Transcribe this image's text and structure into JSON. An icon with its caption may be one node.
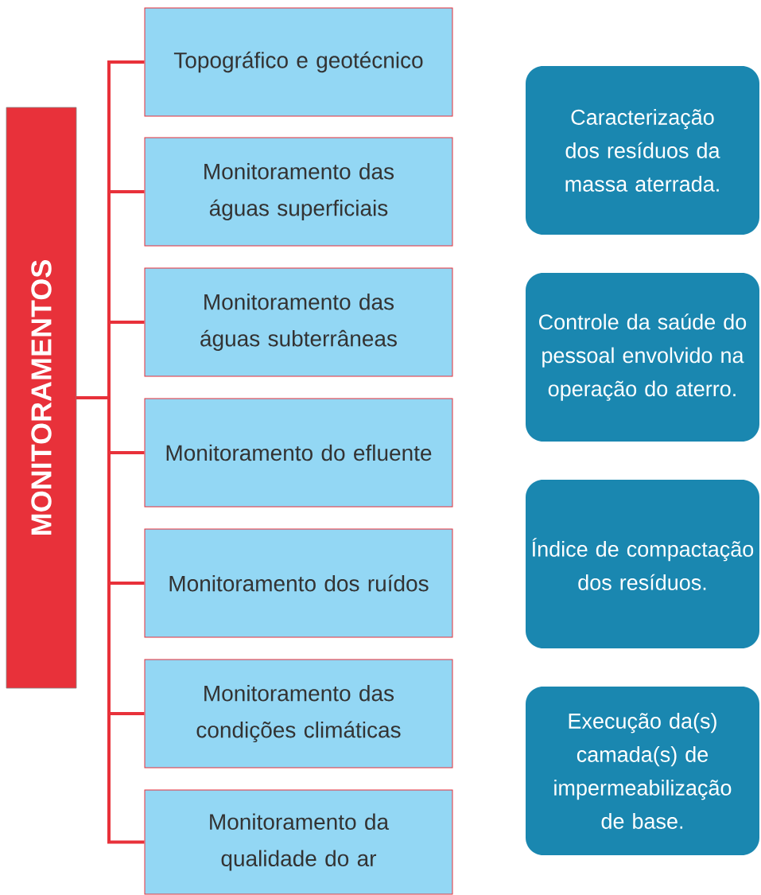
{
  "diagram": {
    "nodes": [
      {
        "text": [
          "MONITORAMENTOS"
        ]
      },
      {
        "text": [
          "Topográfico e geotécnico"
        ]
      },
      {
        "text": [
          "Monitoramento das águas superficiais"
        ]
      },
      {
        "text": [
          "Monitoramento das águas subterrâneas"
        ]
      },
      {
        "text": [
          "Monitoramento do efluente"
        ]
      },
      {
        "text": [
          "Monitoramento dos ruídos"
        ]
      },
      {
        "text": [
          "Monitoramento das condições climáticas"
        ]
      },
      {
        "text": [
          "Monitoramento da qualidade do ar"
        ]
      },
      {
        "text": [
          "Caracterização dos resíduos da massa aterrada."
        ]
      },
      {
        "text": [
          "Controle da saúde do pessoal envolvido na operação do aterro."
        ]
      },
      {
        "text": [
          "Índice de compactação dos resíduos."
        ]
      },
      {
        "text": [
          "Execução da(s) camada(s) de impermeabilização de base."
        ]
      }
    ],
    "edges": [
      {
        "from": 0,
        "to": 1,
        "arrow": "none"
      },
      {
        "from": 0,
        "to": 2,
        "arrow": "none"
      },
      {
        "from": 0,
        "to": 3,
        "arrow": "none"
      },
      {
        "from": 0,
        "to": 4,
        "arrow": "none"
      },
      {
        "from": 0,
        "to": 5,
        "arrow": "none"
      },
      {
        "from": 0,
        "to": 6,
        "arrow": "none"
      },
      {
        "from": 0,
        "to": 7,
        "arrow": "none"
      }
    ]
  }
}
